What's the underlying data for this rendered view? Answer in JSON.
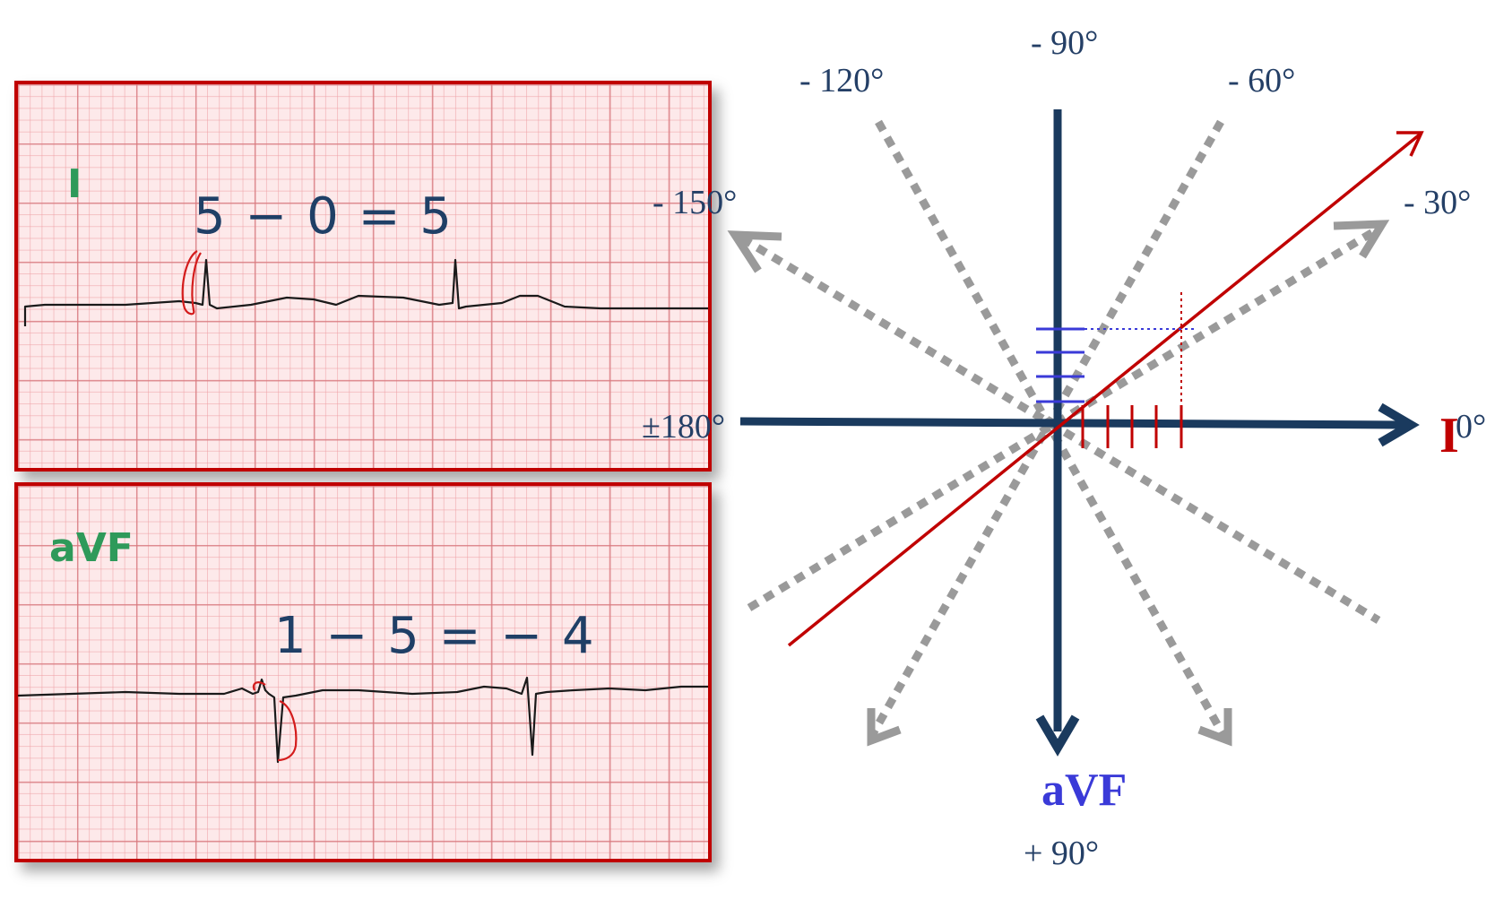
{
  "panels": {
    "lead_i": {
      "lead_label": "I",
      "equation": "5 − 0 = 5"
    },
    "lead_avf": {
      "lead_label": "aVF",
      "equation": "1 − 5 =  − 4"
    }
  },
  "axis_diagram": {
    "angle_labels": {
      "minus90": "- 90°",
      "minus120": "- 120°",
      "minus60": "- 60°",
      "minus150": "- 150°",
      "minus30": "- 30°",
      "pm180": "±180°",
      "zero": "0°",
      "plus90": "+ 90°"
    },
    "lead_i_label": "I",
    "lead_avf_label": "aVF",
    "lead_i_units": 5,
    "lead_avf_units": 4,
    "colors": {
      "axis_main": "#1a3a5e",
      "dotted_axes": "#9a9a9a",
      "result_vector": "#c00000",
      "avf_marks": "#3a3ad8",
      "lead_i_label": "#c00000",
      "lead_avf_label": "#3a3ad8",
      "ecg_border": "#c00000",
      "lead_label_text": "#2e9a5a",
      "equation_text": "#1f3f66"
    }
  }
}
